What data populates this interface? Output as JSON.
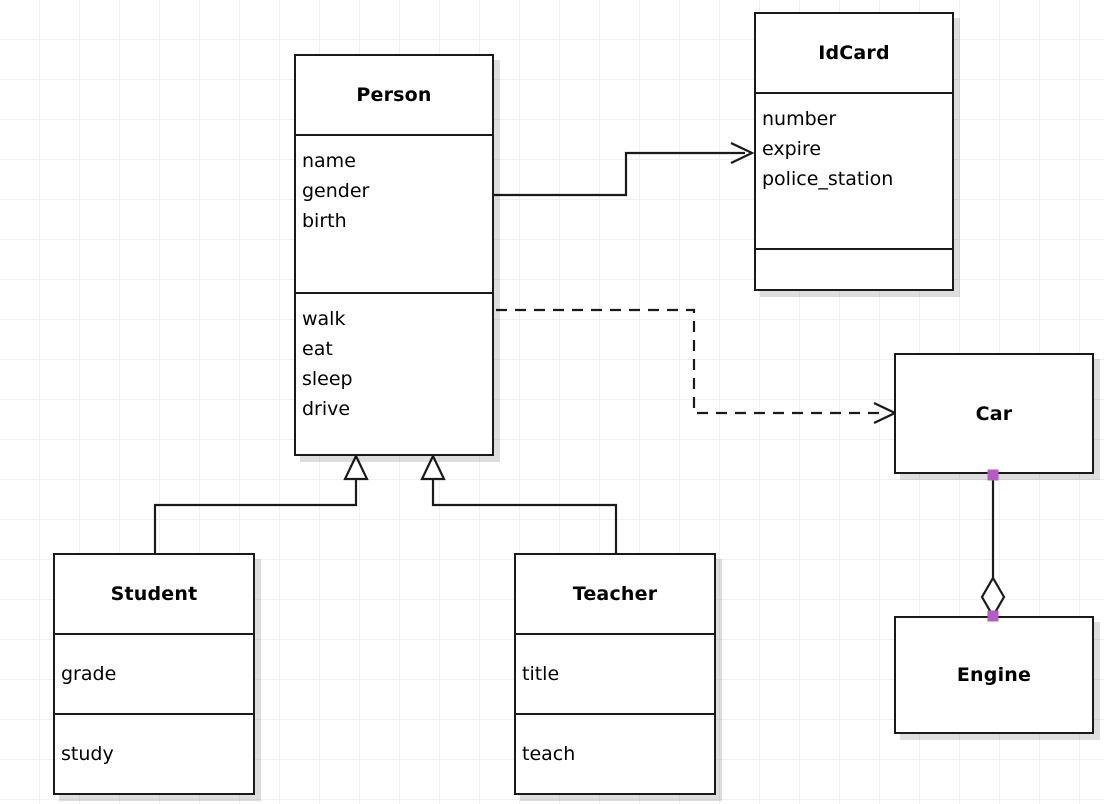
{
  "diagram": {
    "kind": "uml-class-diagram",
    "background": "#ffffff",
    "grid_color": "#f0f0f0",
    "grid_size": 40,
    "line_color": "#1a1a1a",
    "handle_color": "#b35cc4"
  },
  "classes": {
    "person": {
      "name": "Person",
      "attributes": [
        "name",
        "gender",
        "birth"
      ],
      "methods": [
        "walk",
        "eat",
        "sleep",
        "drive"
      ]
    },
    "idcard": {
      "name": "IdCard",
      "attributes": [
        "number",
        "expire",
        "police_station"
      ],
      "methods": []
    },
    "car": {
      "name": "Car"
    },
    "engine": {
      "name": "Engine"
    },
    "student": {
      "name": "Student",
      "attributes": [
        "grade"
      ],
      "methods": [
        "study"
      ]
    },
    "teacher": {
      "name": "Teacher",
      "attributes": [
        "title"
      ],
      "methods": [
        "teach"
      ]
    }
  },
  "relationships": [
    {
      "id": "person-idcard",
      "type": "association",
      "style": "solid",
      "arrow": "open",
      "from": "person",
      "to": "idcard"
    },
    {
      "id": "person-car",
      "type": "dependency",
      "style": "dashed",
      "arrow": "open",
      "from": "person",
      "to": "car"
    },
    {
      "id": "student-person",
      "type": "generalization",
      "style": "solid",
      "arrow": "hollow-triangle",
      "from": "student",
      "to": "person"
    },
    {
      "id": "teacher-person",
      "type": "generalization",
      "style": "solid",
      "arrow": "hollow-triangle",
      "from": "teacher",
      "to": "person"
    },
    {
      "id": "car-engine",
      "type": "aggregation",
      "style": "solid",
      "arrow": "hollow-diamond",
      "from": "car",
      "to": "engine"
    }
  ]
}
